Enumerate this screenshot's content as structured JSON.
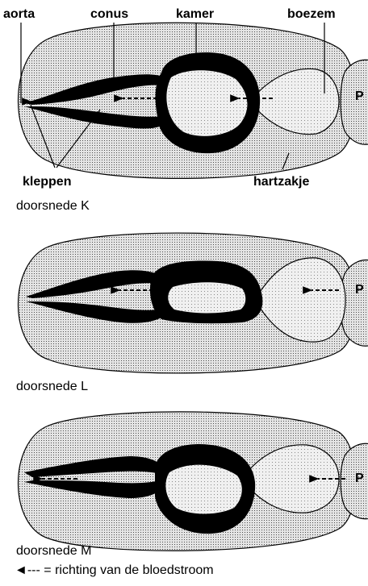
{
  "labels": {
    "aorta": "aorta",
    "conus": "conus",
    "kamer": "kamer",
    "boezem": "boezem",
    "kleppen": "kleppen",
    "hartzakje": "hartzakje",
    "p": "P"
  },
  "sections": [
    {
      "caption": "doorsnede K"
    },
    {
      "caption": "doorsnede L"
    },
    {
      "caption": "doorsnede M"
    }
  ],
  "legend": {
    "arrow": "◄---",
    "text": "= richting van de bloedstroom"
  },
  "colors": {
    "stipple_dot": "#4a4a4a",
    "stipple_bg": "#e4e4e4",
    "inner_bg": "#f2f2f2",
    "muscle": "#000000"
  }
}
